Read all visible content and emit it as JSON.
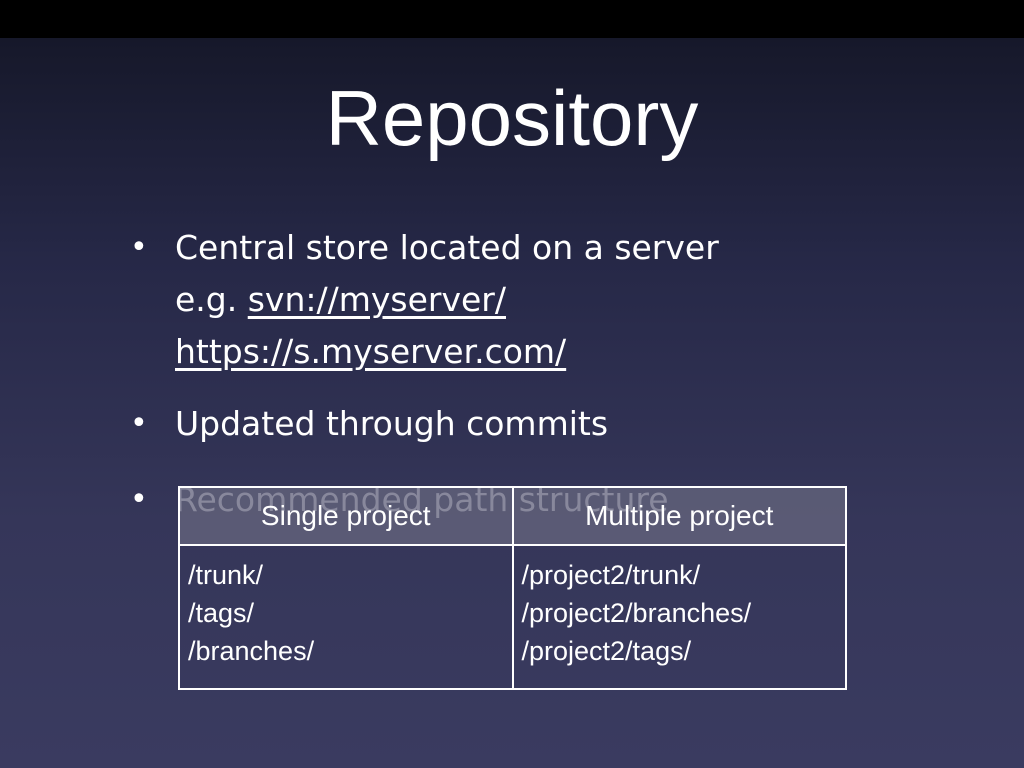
{
  "slide": {
    "title": "Repository",
    "bullets": [
      {
        "line1": "Central store located on a server",
        "line2_prefix": "e.g. ",
        "link1": "svn://myserver/",
        "link2": "https://s.myserver.com/"
      },
      {
        "text": "Updated through commits"
      },
      {
        "text": "Recommended path structure"
      }
    ],
    "bullet_glyph": "•",
    "table": {
      "headers": [
        "Single project",
        "Multiple project"
      ],
      "single_paths": [
        "/trunk/",
        "/tags/",
        "/branches/"
      ],
      "multiple_paths": [
        "/project2/trunk/",
        "/project2/branches/",
        "/project2/tags/"
      ]
    }
  },
  "colors": {
    "background_top": "#16182a",
    "background_bottom": "#3a3b60",
    "text": "#ffffff",
    "dimmed_text": "#9c9cb0"
  }
}
